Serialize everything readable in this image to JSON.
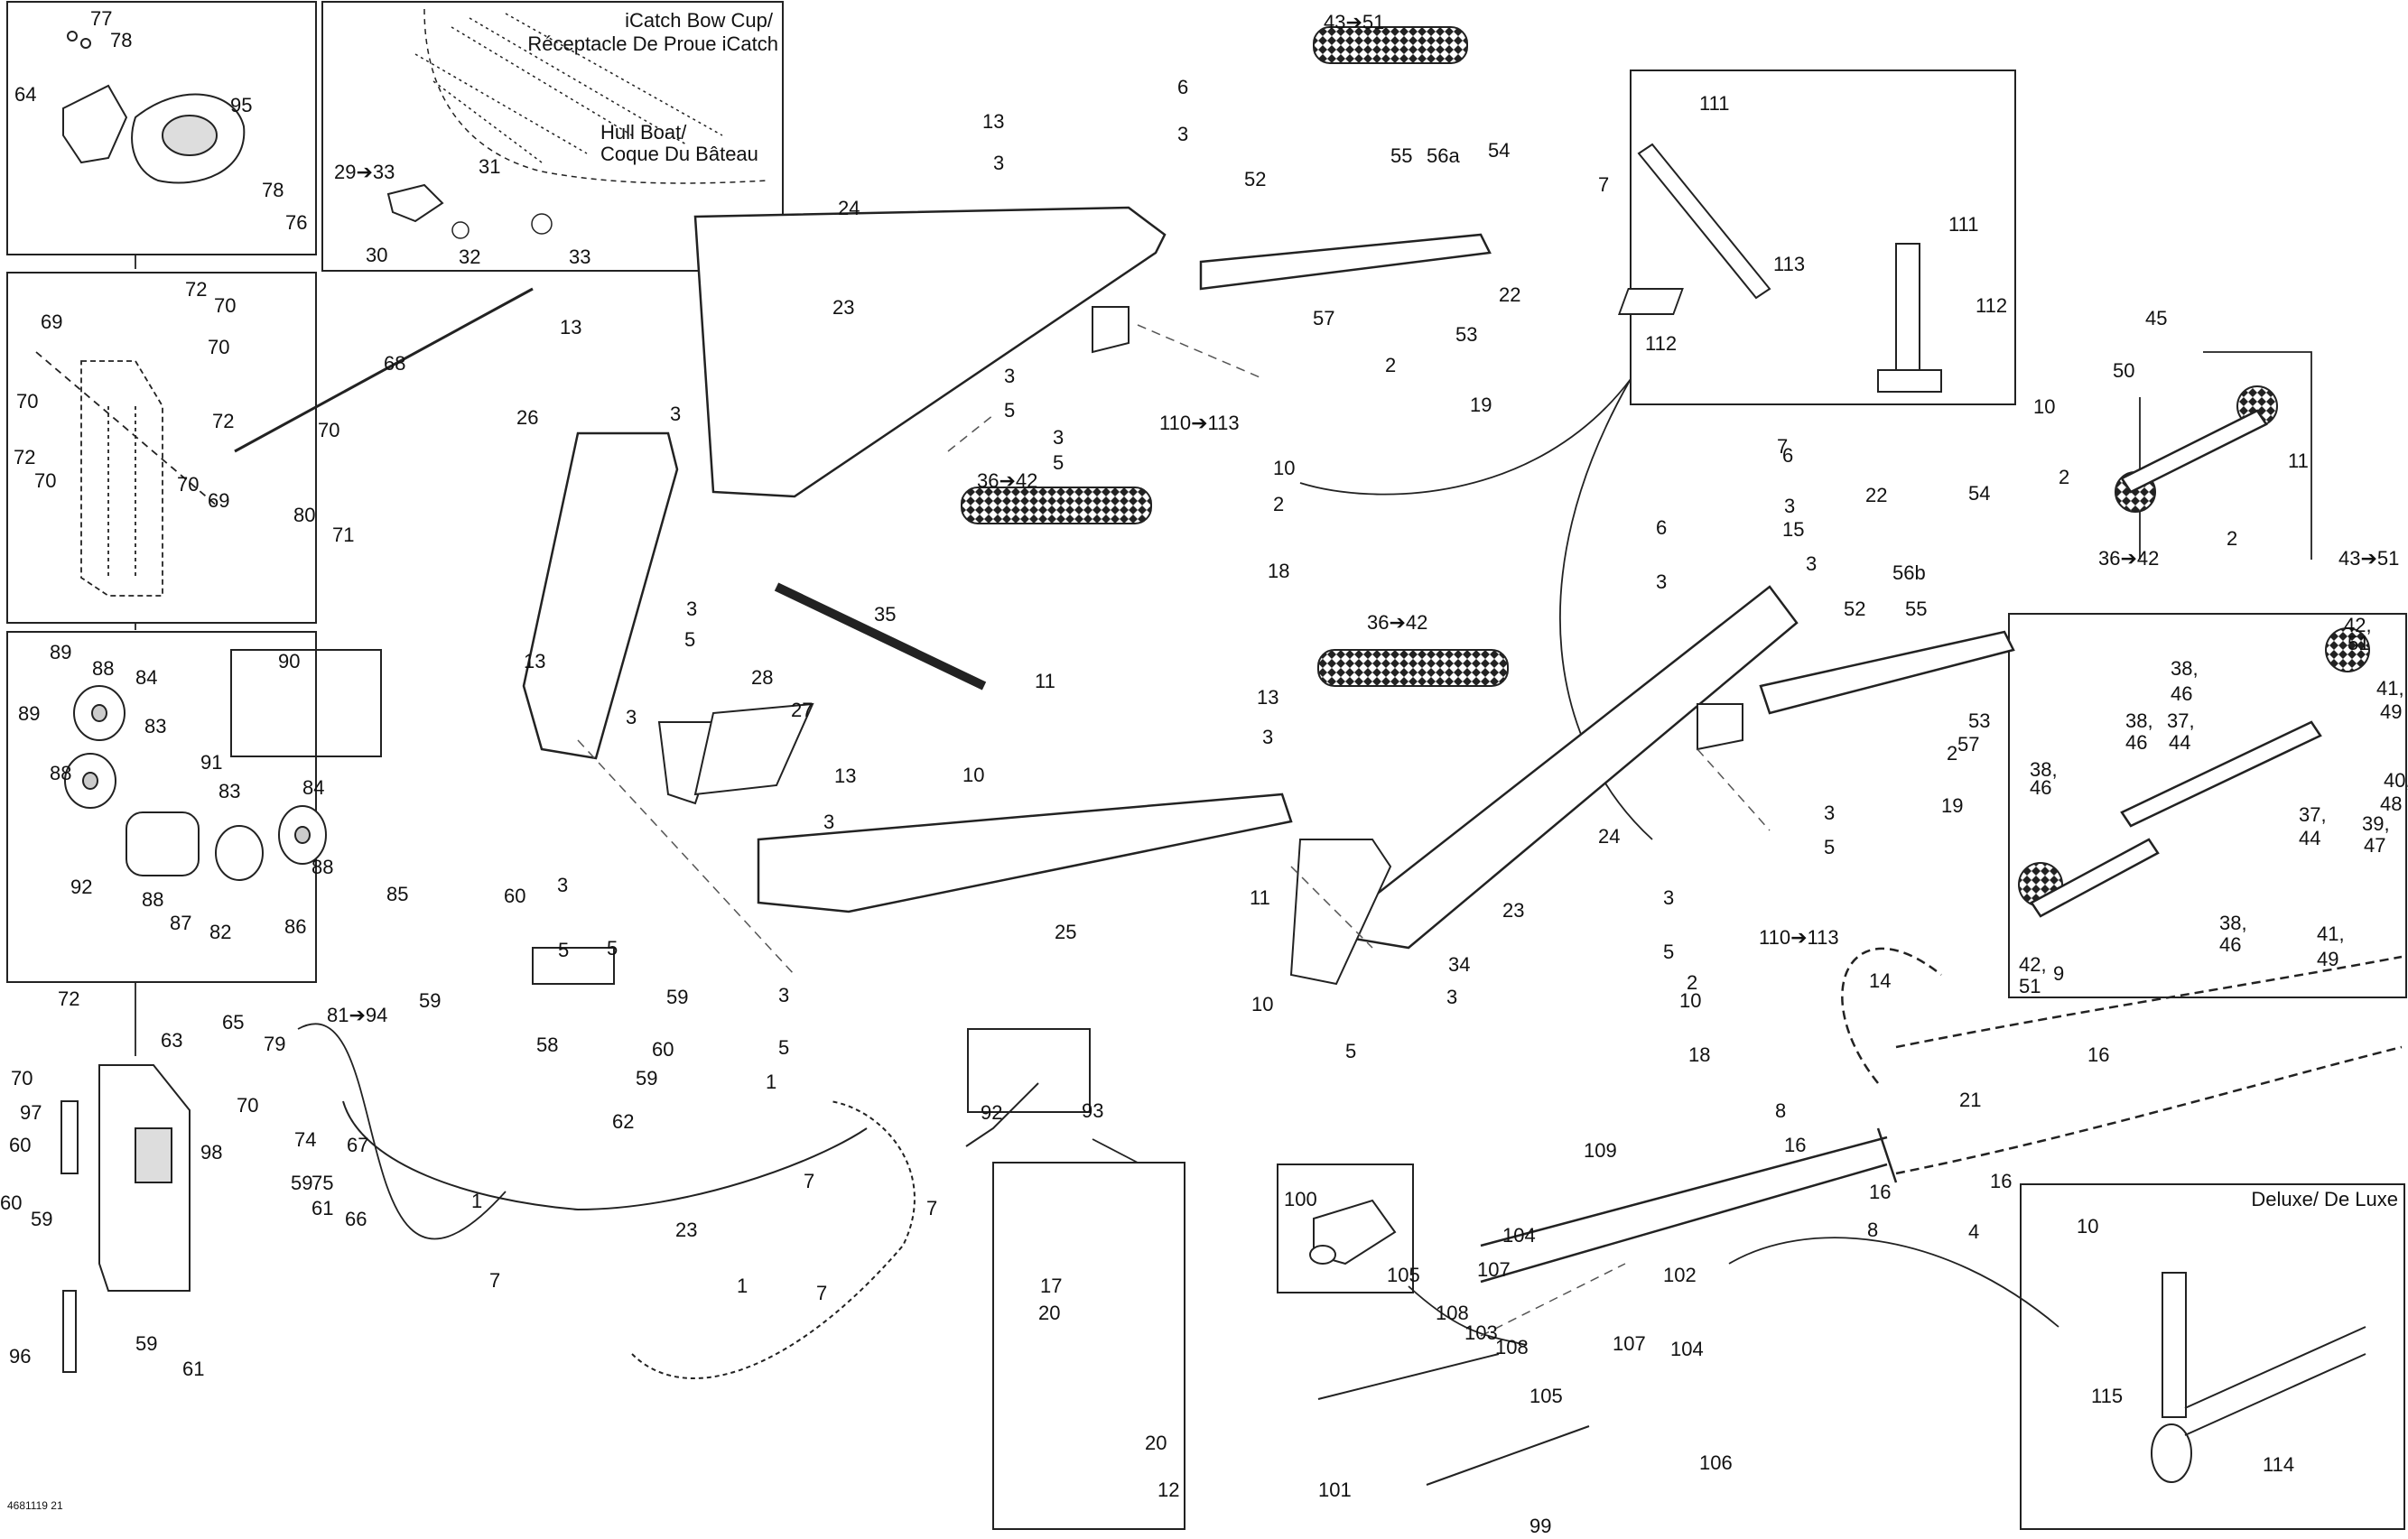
{
  "inset_labels": {
    "icatch_title_en": "iCatch Bow Cup/",
    "icatch_title_fr": "Réceptacle De Proue iCatch",
    "hull_en": "Hull Boat/",
    "hull_fr": "Coque Du Bâteau",
    "deluxe": "Deluxe/ De Luxe"
  },
  "drawing_code": "4681119 21",
  "callouts": [
    {
      "id": "c77",
      "text": "77"
    },
    {
      "id": "c78a",
      "text": "78"
    },
    {
      "id": "c64",
      "text": "64"
    },
    {
      "id": "c95",
      "text": "95"
    },
    {
      "id": "c78b",
      "text": "78"
    },
    {
      "id": "c76",
      "text": "76"
    },
    {
      "id": "c29",
      "text": "29➔33"
    },
    {
      "id": "c31",
      "text": "31"
    },
    {
      "id": "c30",
      "text": "30"
    },
    {
      "id": "c32",
      "text": "32"
    },
    {
      "id": "c33",
      "text": "33"
    },
    {
      "id": "c72a",
      "text": "72"
    },
    {
      "id": "c70a",
      "text": "70"
    },
    {
      "id": "c69a",
      "text": "69"
    },
    {
      "id": "c70b",
      "text": "70"
    },
    {
      "id": "c70c",
      "text": "70"
    },
    {
      "id": "c72b",
      "text": "72"
    },
    {
      "id": "c72c",
      "text": "72"
    },
    {
      "id": "c70d",
      "text": "70"
    },
    {
      "id": "c70e",
      "text": "70"
    },
    {
      "id": "c69b",
      "text": "69"
    },
    {
      "id": "c68",
      "text": "68"
    },
    {
      "id": "c70f",
      "text": "70"
    },
    {
      "id": "c80",
      "text": "80"
    },
    {
      "id": "c71",
      "text": "71"
    },
    {
      "id": "c89a",
      "text": "89"
    },
    {
      "id": "c88a",
      "text": "88"
    },
    {
      "id": "c84a",
      "text": "84"
    },
    {
      "id": "c90",
      "text": "90"
    },
    {
      "id": "c89b",
      "text": "89"
    },
    {
      "id": "c88b",
      "text": "88"
    },
    {
      "id": "c83a",
      "text": "83"
    },
    {
      "id": "c91",
      "text": "91"
    },
    {
      "id": "c83b",
      "text": "83"
    },
    {
      "id": "c84b",
      "text": "84"
    },
    {
      "id": "c88c",
      "text": "88"
    },
    {
      "id": "c85",
      "text": "85"
    },
    {
      "id": "c92a",
      "text": "92"
    },
    {
      "id": "c88d",
      "text": "88"
    },
    {
      "id": "c87",
      "text": "87"
    },
    {
      "id": "c82",
      "text": "82"
    },
    {
      "id": "c86",
      "text": "86"
    },
    {
      "id": "c81",
      "text": "81➔94"
    },
    {
      "id": "c72d",
      "text": "72"
    },
    {
      "id": "c63",
      "text": "63"
    },
    {
      "id": "c65",
      "text": "65"
    },
    {
      "id": "c79",
      "text": "79"
    },
    {
      "id": "c70g",
      "text": "70"
    },
    {
      "id": "c97",
      "text": "97"
    },
    {
      "id": "c70h",
      "text": "70"
    },
    {
      "id": "c74",
      "text": "74"
    },
    {
      "id": "c98",
      "text": "98"
    },
    {
      "id": "c60a",
      "text": "60"
    },
    {
      "id": "c59a",
      "text": "59"
    },
    {
      "id": "c60b",
      "text": "60"
    },
    {
      "id": "c59b",
      "text": "59"
    },
    {
      "id": "c61a",
      "text": "61"
    },
    {
      "id": "c59c",
      "text": "59"
    },
    {
      "id": "c61b",
      "text": "61"
    },
    {
      "id": "c96",
      "text": "96"
    },
    {
      "id": "c67",
      "text": "67"
    },
    {
      "id": "c75",
      "text": "75"
    },
    {
      "id": "c66",
      "text": "66"
    },
    {
      "id": "c43a",
      "text": "43➔51"
    },
    {
      "id": "c13a",
      "text": "13"
    },
    {
      "id": "c6a",
      "text": "6"
    },
    {
      "id": "c3a",
      "text": "3"
    },
    {
      "id": "c3b",
      "text": "3"
    },
    {
      "id": "c24a",
      "text": "24"
    },
    {
      "id": "c23a",
      "text": "23"
    },
    {
      "id": "c52a",
      "text": "52"
    },
    {
      "id": "c55a",
      "text": "55"
    },
    {
      "id": "c56a",
      "text": "56a"
    },
    {
      "id": "c54a",
      "text": "54"
    },
    {
      "id": "c7a",
      "text": "7"
    },
    {
      "id": "c22a",
      "text": "22"
    },
    {
      "id": "c57a",
      "text": "57"
    },
    {
      "id": "c53a",
      "text": "53"
    },
    {
      "id": "c2a",
      "text": "2"
    },
    {
      "id": "c19a",
      "text": "19"
    },
    {
      "id": "c3c",
      "text": "3"
    },
    {
      "id": "c5a",
      "text": "5"
    },
    {
      "id": "c110a",
      "text": "110➔113"
    },
    {
      "id": "c3d",
      "text": "3"
    },
    {
      "id": "c5b",
      "text": "5"
    },
    {
      "id": "c10a",
      "text": "10"
    },
    {
      "id": "c2b",
      "text": "2"
    },
    {
      "id": "c36a",
      "text": "36➔42"
    },
    {
      "id": "c18a",
      "text": "18"
    },
    {
      "id": "c13b",
      "text": "13"
    },
    {
      "id": "c3e",
      "text": "3"
    },
    {
      "id": "c26",
      "text": "26"
    },
    {
      "id": "c3f",
      "text": "3"
    },
    {
      "id": "c5c",
      "text": "5"
    },
    {
      "id": "c35",
      "text": "35"
    },
    {
      "id": "c11a",
      "text": "11"
    },
    {
      "id": "c28",
      "text": "28"
    },
    {
      "id": "c27",
      "text": "27"
    },
    {
      "id": "c10b",
      "text": "10"
    },
    {
      "id": "c13c",
      "text": "13"
    },
    {
      "id": "c3g",
      "text": "3"
    },
    {
      "id": "c13d",
      "text": "13"
    },
    {
      "id": "c3h",
      "text": "3"
    },
    {
      "id": "c13e",
      "text": "13"
    },
    {
      "id": "c3i",
      "text": "3"
    },
    {
      "id": "c25",
      "text": "25"
    },
    {
      "id": "c60c",
      "text": "60"
    },
    {
      "id": "c3j",
      "text": "3"
    },
    {
      "id": "c5d",
      "text": "5"
    },
    {
      "id": "c5e",
      "text": "5"
    },
    {
      "id": "c59d",
      "text": "59"
    },
    {
      "id": "c58",
      "text": "58"
    },
    {
      "id": "c59e",
      "text": "59"
    },
    {
      "id": "c60d",
      "text": "60"
    },
    {
      "id": "c59f",
      "text": "59"
    },
    {
      "id": "c62",
      "text": "62"
    },
    {
      "id": "c3k",
      "text": "3"
    },
    {
      "id": "c5f",
      "text": "5"
    },
    {
      "id": "c111a",
      "text": "111"
    },
    {
      "id": "c111b",
      "text": "111"
    },
    {
      "id": "c113",
      "text": "113"
    },
    {
      "id": "c112a",
      "text": "112"
    },
    {
      "id": "c112b",
      "text": "112"
    },
    {
      "id": "c6b",
      "text": "6"
    },
    {
      "id": "c6c",
      "text": "6"
    },
    {
      "id": "c3l",
      "text": "3"
    },
    {
      "id": "c15",
      "text": "15"
    },
    {
      "id": "c3m",
      "text": "3"
    },
    {
      "id": "c3n",
      "text": "3"
    },
    {
      "id": "c7b",
      "text": "7"
    },
    {
      "id": "c22b",
      "text": "22"
    },
    {
      "id": "c54b",
      "text": "54"
    },
    {
      "id": "c56b",
      "text": "56b"
    },
    {
      "id": "c52b",
      "text": "52"
    },
    {
      "id": "c55b",
      "text": "55"
    },
    {
      "id": "c36b",
      "text": "36➔42"
    },
    {
      "id": "c53b",
      "text": "53"
    },
    {
      "id": "c2c",
      "text": "2"
    },
    {
      "id": "c19b",
      "text": "19"
    },
    {
      "id": "c57b",
      "text": "57"
    },
    {
      "id": "c24b",
      "text": "24"
    },
    {
      "id": "c23b",
      "text": "23"
    },
    {
      "id": "c3o",
      "text": "3"
    },
    {
      "id": "c5g",
      "text": "5"
    },
    {
      "id": "c3p",
      "text": "3"
    },
    {
      "id": "c5h",
      "text": "5"
    },
    {
      "id": "c110b",
      "text": "110➔113"
    },
    {
      "id": "c10c",
      "text": "10"
    },
    {
      "id": "c2d",
      "text": "2"
    },
    {
      "id": "c18b",
      "text": "18"
    },
    {
      "id": "c11b",
      "text": "11"
    },
    {
      "id": "c34",
      "text": "34"
    },
    {
      "id": "c10d",
      "text": "10"
    },
    {
      "id": "c3q",
      "text": "3"
    },
    {
      "id": "c5i",
      "text": "5"
    },
    {
      "id": "c45",
      "text": "45"
    },
    {
      "id": "c50",
      "text": "50"
    },
    {
      "id": "c10e",
      "text": "10"
    },
    {
      "id": "c2e",
      "text": "2"
    },
    {
      "id": "c11c",
      "text": "11"
    },
    {
      "id": "c2f",
      "text": "2"
    },
    {
      "id": "c36c",
      "text": "36➔42"
    },
    {
      "id": "c43b",
      "text": "43➔51"
    },
    {
      "id": "c42a",
      "text": "42,"
    },
    {
      "id": "c51a",
      "text": "51"
    },
    {
      "id": "c38a",
      "text": "38,"
    },
    {
      "id": "c46a",
      "text": "46"
    },
    {
      "id": "c41a",
      "text": "41,"
    },
    {
      "id": "c49a",
      "text": "49"
    },
    {
      "id": "c38b",
      "text": "38,"
    },
    {
      "id": "c46b",
      "text": "46"
    },
    {
      "id": "c37a",
      "text": "37,"
    },
    {
      "id": "c44a",
      "text": "44"
    },
    {
      "id": "c38c",
      "text": "38,"
    },
    {
      "id": "c46c",
      "text": "46"
    },
    {
      "id": "c40",
      "text": "40,"
    },
    {
      "id": "c48",
      "text": "48"
    },
    {
      "id": "c37b",
      "text": "37,"
    },
    {
      "id": "c44b",
      "text": "44"
    },
    {
      "id": "c39",
      "text": "39,"
    },
    {
      "id": "c47",
      "text": "47"
    },
    {
      "id": "c38d",
      "text": "38,"
    },
    {
      "id": "c46d",
      "text": "46"
    },
    {
      "id": "c41b",
      "text": "41,"
    },
    {
      "id": "c49b",
      "text": "49"
    },
    {
      "id": "c42b",
      "text": "42,"
    },
    {
      "id": "c51b",
      "text": "51"
    },
    {
      "id": "c1a",
      "text": "1"
    },
    {
      "id": "c7c",
      "text": "7"
    },
    {
      "id": "c1b",
      "text": "1"
    },
    {
      "id": "c7d",
      "text": "7"
    },
    {
      "id": "c23c",
      "text": "23"
    },
    {
      "id": "c1c",
      "text": "1"
    },
    {
      "id": "c7e",
      "text": "7"
    },
    {
      "id": "c7f",
      "text": "7"
    },
    {
      "id": "c92b",
      "text": "92"
    },
    {
      "id": "c93",
      "text": "93"
    },
    {
      "id": "c17",
      "text": "17"
    },
    {
      "id": "c20a",
      "text": "20"
    },
    {
      "id": "c20b",
      "text": "20"
    },
    {
      "id": "c12",
      "text": "12"
    },
    {
      "id": "c14",
      "text": "14"
    },
    {
      "id": "c9",
      "text": "9"
    },
    {
      "id": "c16a",
      "text": "16"
    },
    {
      "id": "c21",
      "text": "21"
    },
    {
      "id": "c8a",
      "text": "8"
    },
    {
      "id": "c16b",
      "text": "16"
    },
    {
      "id": "c16c",
      "text": "16"
    },
    {
      "id": "c16d",
      "text": "16"
    },
    {
      "id": "c4",
      "text": "4"
    },
    {
      "id": "c8b",
      "text": "8"
    },
    {
      "id": "c109",
      "text": "109"
    },
    {
      "id": "c100",
      "text": "100"
    },
    {
      "id": "c104a",
      "text": "104"
    },
    {
      "id": "c107a",
      "text": "107"
    },
    {
      "id": "c105a",
      "text": "105"
    },
    {
      "id": "c102",
      "text": "102"
    },
    {
      "id": "c108a",
      "text": "108"
    },
    {
      "id": "c103",
      "text": "103"
    },
    {
      "id": "c108b",
      "text": "108"
    },
    {
      "id": "c107b",
      "text": "107"
    },
    {
      "id": "c104b",
      "text": "104"
    },
    {
      "id": "c105b",
      "text": "105"
    },
    {
      "id": "c101",
      "text": "101"
    },
    {
      "id": "c106",
      "text": "106"
    },
    {
      "id": "c99",
      "text": "99"
    },
    {
      "id": "c10f",
      "text": "10"
    },
    {
      "id": "c115",
      "text": "115"
    },
    {
      "id": "c114",
      "text": "114"
    }
  ]
}
